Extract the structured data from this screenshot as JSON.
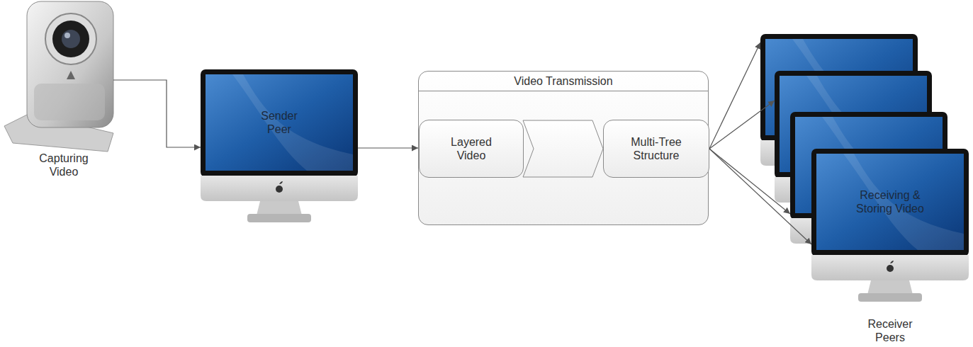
{
  "diagram": {
    "nodes": [
      {
        "text": [
          "Capturing Video"
        ]
      },
      {
        "text": [
          "Sender Peer"
        ]
      },
      {
        "text": [
          "Video Transmission"
        ]
      },
      {
        "text": [
          "Layered Video"
        ],
        "in": 2
      },
      {
        "text": [
          "Multi-Tree Structure"
        ],
        "in": 2
      },
      {
        "text": [
          "Receiving & Storing Video",
          "Receiver Peers"
        ]
      }
    ],
    "edges": [
      {
        "from": 0,
        "to": 1,
        "arrow": "to"
      },
      {
        "from": 1,
        "to": 2,
        "arrow": "to"
      },
      {
        "from": 4,
        "to": 5,
        "arrow": "to"
      }
    ]
  }
}
